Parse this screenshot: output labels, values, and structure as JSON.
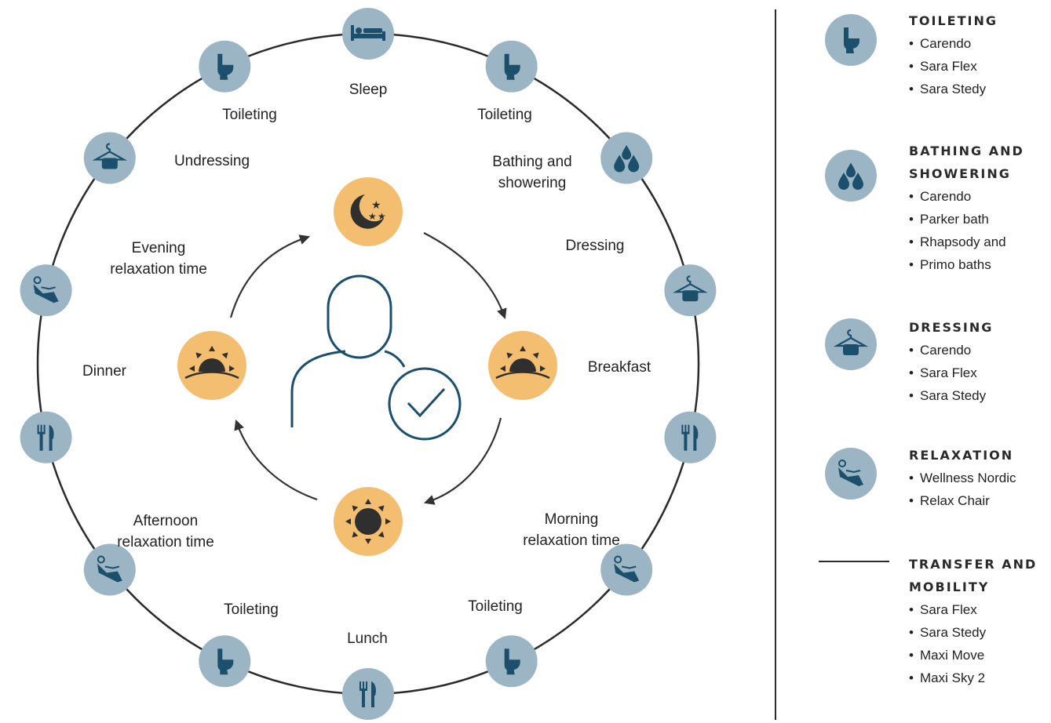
{
  "colors": {
    "icon_circle": "#9bb5c5",
    "icon_glyph": "#1b4f6c",
    "sun_circle": "#f3be70",
    "ring_line": "#2a2a2a",
    "person_line": "#1b4f6c"
  },
  "activities": [
    {
      "label": "Sleep",
      "icon": "bed-icon"
    },
    {
      "label": "Toileting",
      "icon": "toilet-icon"
    },
    {
      "label": "Bathing and\nshowering",
      "icon": "water-drops-icon"
    },
    {
      "label": "Dressing",
      "icon": "hanger-icon"
    },
    {
      "label": "Breakfast",
      "icon": "cutlery-icon"
    },
    {
      "label": "Morning\nrelaxation time",
      "icon": "relax-chair-icon"
    },
    {
      "label": "Toileting",
      "icon": "toilet-icon"
    },
    {
      "label": "Lunch",
      "icon": "cutlery-icon"
    },
    {
      "label": "Toileting",
      "icon": "toilet-icon"
    },
    {
      "label": "Afternoon\nrelaxation time",
      "icon": "relax-chair-icon"
    },
    {
      "label": "Dinner",
      "icon": "cutlery-icon"
    },
    {
      "label": "Evening\nrelaxation time",
      "icon": "relax-chair-icon"
    },
    {
      "label": "Undressing",
      "icon": "hanger-icon"
    },
    {
      "label": "Toileting",
      "icon": "toilet-icon"
    }
  ],
  "center": {
    "phases": [
      "moon-stars-icon",
      "sunrise-icon",
      "sun-icon",
      "sunset-icon"
    ],
    "person_icon": "person-check-icon"
  },
  "legend": [
    {
      "title": [
        "TOILETING"
      ],
      "icon": "toilet-icon",
      "items": [
        "Carendo",
        "Sara Flex",
        "Sara Stedy"
      ]
    },
    {
      "title": [
        "BATHING AND",
        "SHOWERING"
      ],
      "icon": "water-drops-icon",
      "items": [
        "Carendo",
        "Parker bath",
        "Rhapsody and",
        "Primo baths"
      ]
    },
    {
      "title": [
        "DRESSING"
      ],
      "icon": "hanger-icon",
      "items": [
        "Carendo",
        "Sara Flex",
        "Sara Stedy"
      ]
    },
    {
      "title": [
        "RELAXATION"
      ],
      "icon": "relax-chair-icon",
      "items": [
        "Wellness Nordic",
        "Relax Chair"
      ]
    },
    {
      "title": [
        "TRANSFER AND",
        "MOBILITY"
      ],
      "icon": "line-symbol",
      "items": [
        "Sara Flex",
        "Sara Stedy",
        "Maxi Move",
        "Maxi Sky 2"
      ]
    }
  ]
}
